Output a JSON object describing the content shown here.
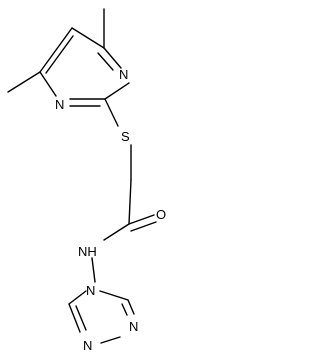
{
  "diagram": {
    "type": "chemical-structure",
    "atom_labels": {
      "n_pyrimidine_top": "N",
      "n_pyrimidine_bottom": "N",
      "sulfur": "S",
      "oxygen": "O",
      "amide_nh": "NH",
      "n_triazole_1": "N",
      "n_triazole_2": "N",
      "n_triazole_3": "N"
    },
    "colors": {
      "bond": "#000000",
      "label": "#000000",
      "background": "#ffffff"
    }
  }
}
